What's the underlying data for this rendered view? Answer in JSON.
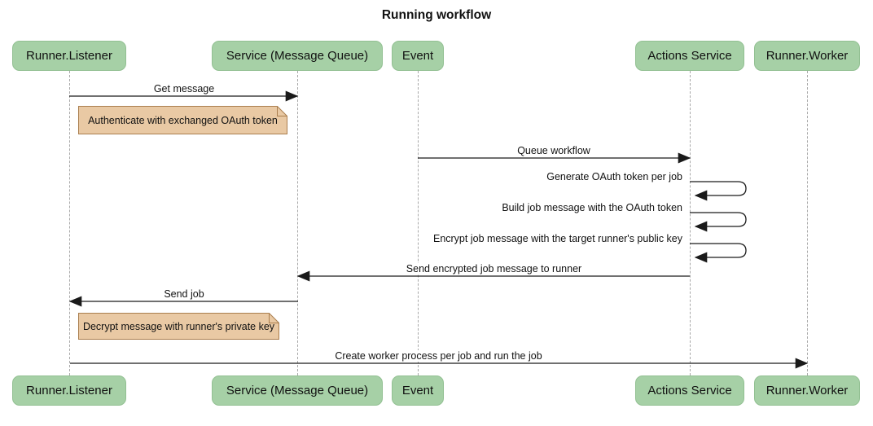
{
  "title": "Running workflow",
  "colors": {
    "actor_fill": "#a6d0a6",
    "actor_border": "#92c092",
    "note_fill": "#e9c9a4",
    "note_border": "#aa7e4e",
    "lifeline_color": "#a9a9a9",
    "line_color": "#1a1a1a"
  },
  "participants": [
    {
      "name": "Runner.Listener"
    },
    {
      "name": "Service (Message Queue)"
    },
    {
      "name": "Event"
    },
    {
      "name": "Actions Service"
    },
    {
      "name": "Runner.Worker"
    }
  ],
  "messages": [
    {
      "type": "arrow",
      "from": "Runner.Listener",
      "to": "Service (Message Queue)",
      "label": "Get message"
    },
    {
      "type": "note",
      "over": "Runner.Listener",
      "label": "Authenticate with exchanged OAuth token"
    },
    {
      "type": "arrow",
      "from": "Event",
      "to": "Actions Service",
      "label": "Queue workflow"
    },
    {
      "type": "self",
      "from": "Actions Service",
      "to": "Actions Service",
      "label": "Generate OAuth token per job"
    },
    {
      "type": "self",
      "from": "Actions Service",
      "to": "Actions Service",
      "label": "Build job message with the OAuth token"
    },
    {
      "type": "self",
      "from": "Actions Service",
      "to": "Actions Service",
      "label": "Encrypt job message with the target runner's public key"
    },
    {
      "type": "arrow",
      "from": "Actions Service",
      "to": "Service (Message Queue)",
      "label": "Send encrypted job message to runner"
    },
    {
      "type": "arrow",
      "from": "Service (Message Queue)",
      "to": "Runner.Listener",
      "label": "Send job"
    },
    {
      "type": "note",
      "over": "Runner.Listener",
      "label": "Decrypt message with runner's private key"
    },
    {
      "type": "arrow",
      "from": "Runner.Listener",
      "to": "Runner.Worker",
      "label": "Create worker process per job and run the job"
    }
  ]
}
